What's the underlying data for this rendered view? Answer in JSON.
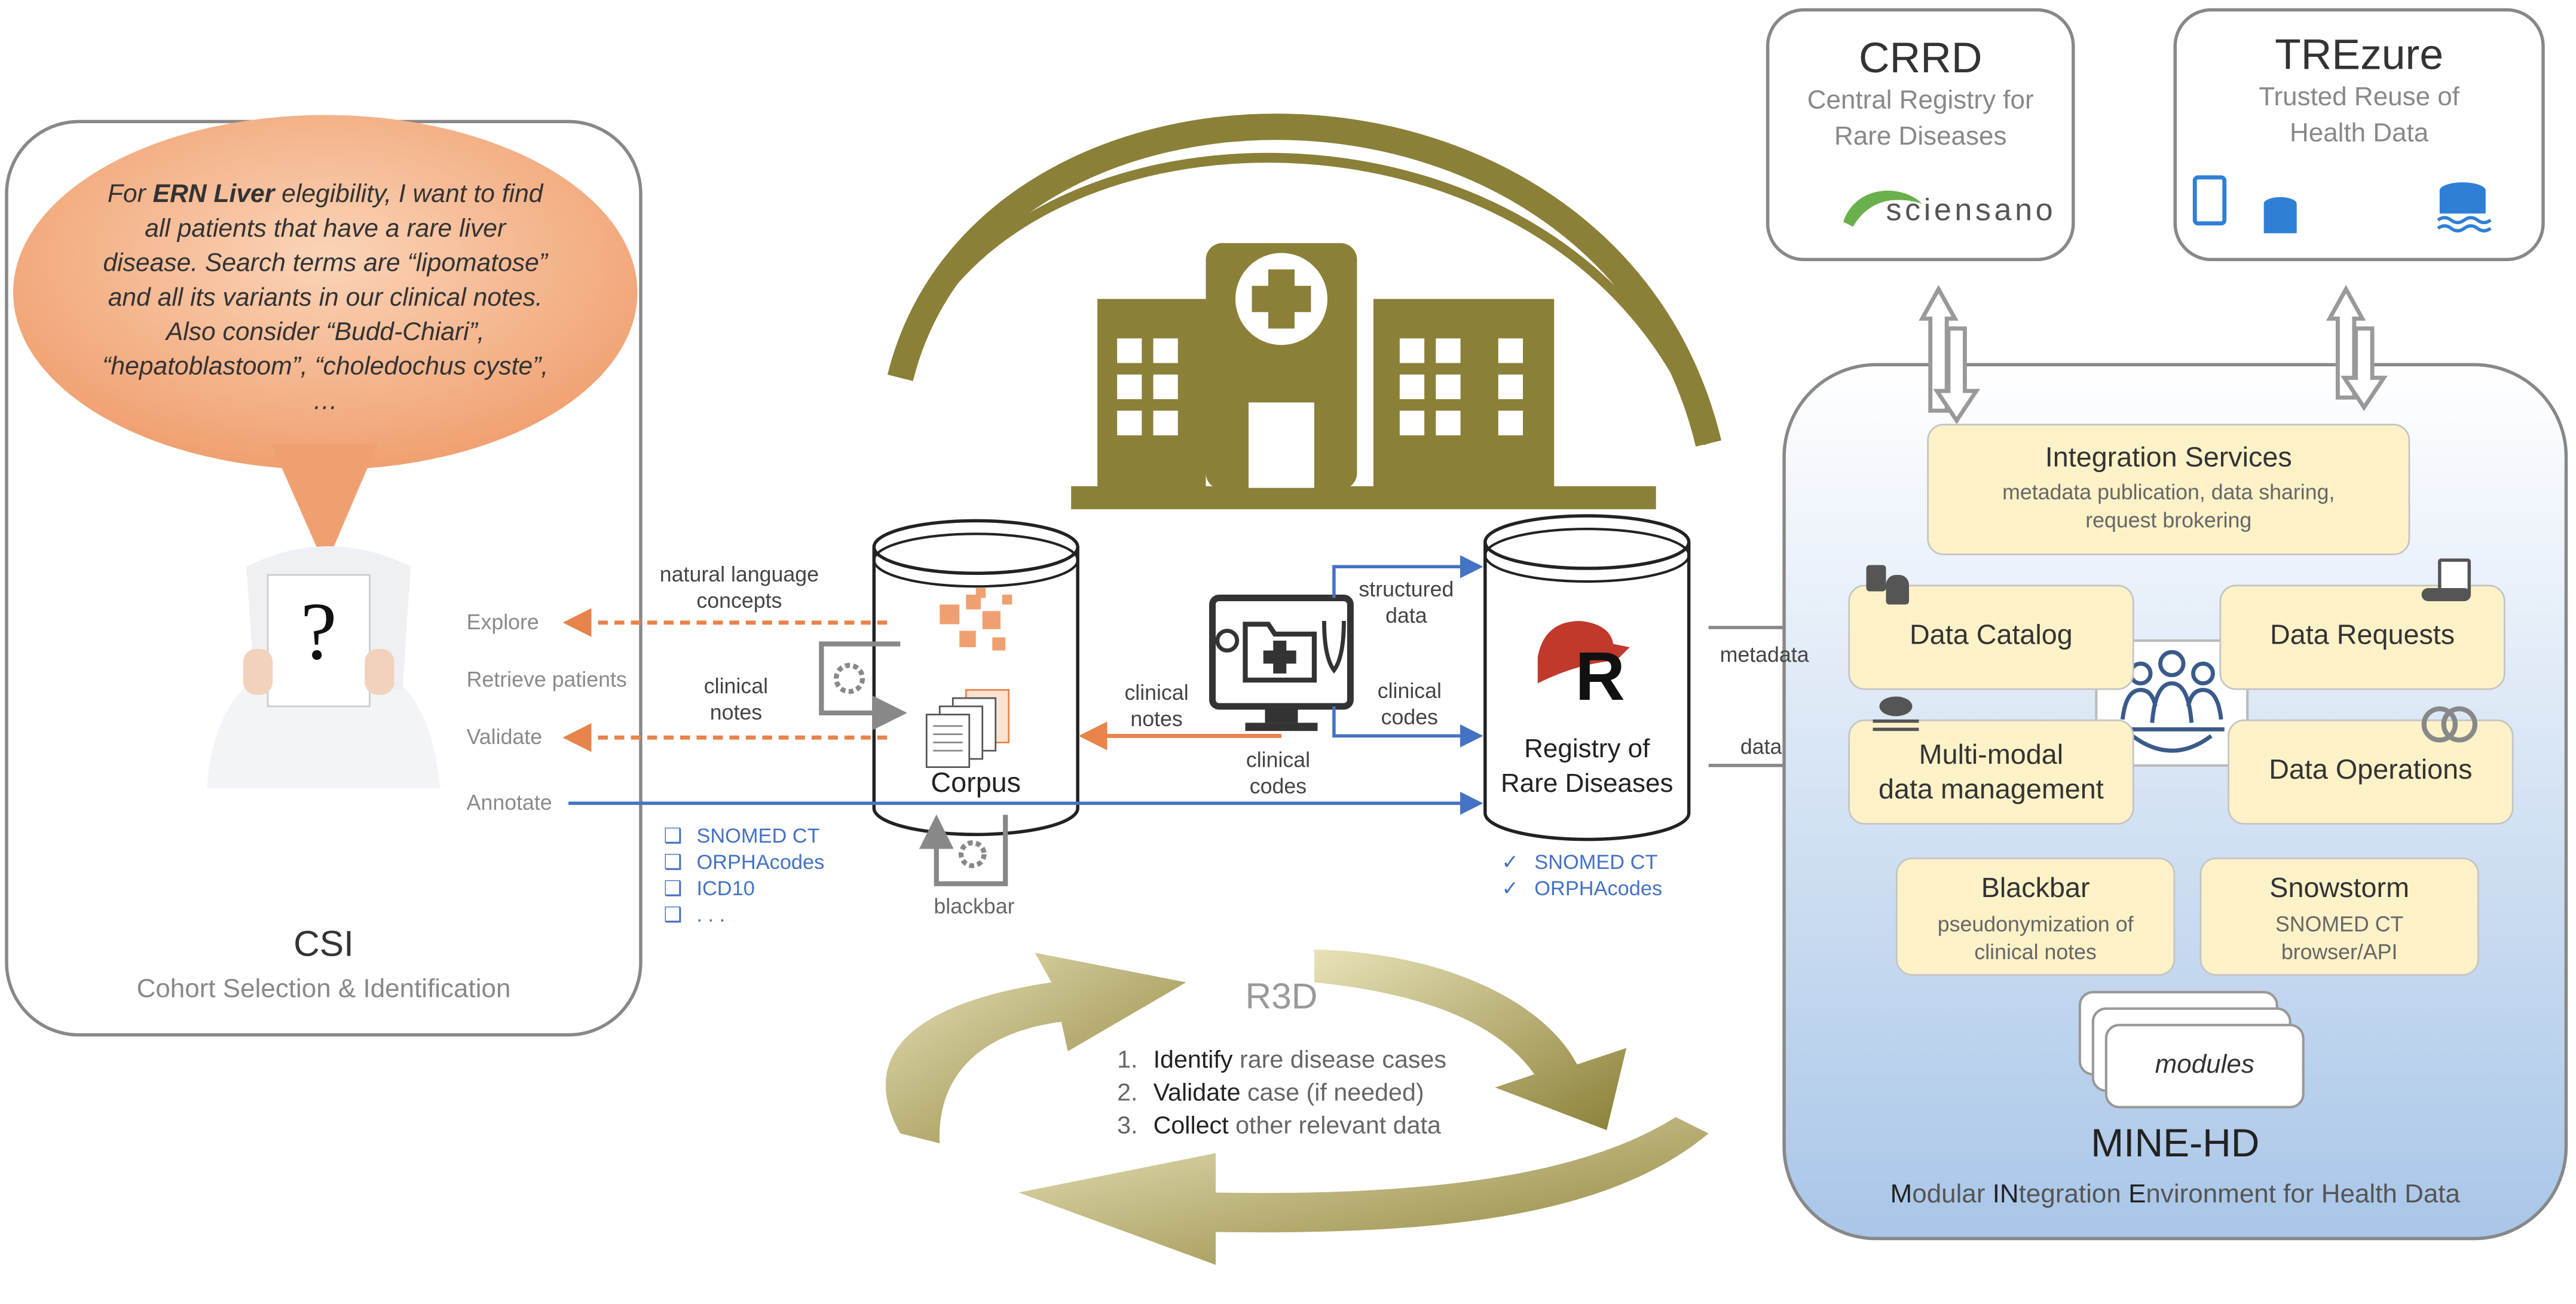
{
  "speech": {
    "text_1": "For ",
    "text_em": "ERN Liver",
    "text_2": " elegibility, I want to find all patients that have a rare liver disease. Search terms are “lipomatose” and all its variants in our clinical notes. Also consider “Budd-Chiari”, “hepatoblastoom”, “choledochus cyste”, …"
  },
  "doctor": {
    "glyph": "?"
  },
  "csi": {
    "title": "CSI",
    "subtitle": "Cohort Selection & Identification",
    "actions": [
      "Explore",
      "Retrieve patients",
      "Validate",
      "Annotate"
    ]
  },
  "flow_labels": {
    "nl_concepts_1": "natural language",
    "nl_concepts_2": "concepts",
    "clin_notes_a_1": "clinical",
    "clin_notes_a_2": "notes",
    "clin_notes_b_1": "clinical",
    "clin_notes_b_2": "notes",
    "clin_codes_a_1": "clinical",
    "clin_codes_a_2": "codes",
    "struct_data_1": "structured",
    "struct_data_2": "data",
    "clin_codes_b_1": "clinical",
    "clin_codes_b_2": "codes",
    "metadata": "metadata",
    "data": "data",
    "blackbar": "blackbar"
  },
  "corpus": {
    "label": "Corpus"
  },
  "registry": {
    "label_1": "Registry of",
    "label_2": "Rare Diseases",
    "logo_letter": "R"
  },
  "corpus_codes": {
    "marker": "❑",
    "items": [
      "SNOMED CT",
      "ORPHAcodes",
      "ICD10",
      ". . ."
    ]
  },
  "registry_codes": {
    "marker": "✓",
    "items": [
      "SNOMED CT",
      "ORPHAcodes"
    ]
  },
  "r3d": {
    "title": "R3D",
    "steps": [
      {
        "num": "1.",
        "bold": "Identify",
        "rest": " rare disease cases"
      },
      {
        "num": "2.",
        "bold": "Validate",
        "rest": " case (if needed)"
      },
      {
        "num": "3.",
        "bold": "Collect",
        "rest": " other relevant data"
      }
    ]
  },
  "crrd": {
    "title": "CRRD",
    "subtitle_1": "Central Registry for",
    "subtitle_2": "Rare Diseases",
    "logo_text": "sciensano"
  },
  "trezure": {
    "title": "TREzure",
    "subtitle_1": "Trusted Reuse of",
    "subtitle_2": "Health Data"
  },
  "mine": {
    "title": "MINE-HD",
    "sub_parts": [
      "M",
      "odular ",
      "IN",
      "tegration ",
      "E",
      "nvironment for Health Data"
    ],
    "integration": {
      "title": "Integration Services",
      "sub_1": "metadata publication, data sharing,",
      "sub_2": "request brokering"
    },
    "catalog": "Data Catalog",
    "requests": "Data Requests",
    "multimodal_1": "Multi-modal",
    "multimodal_2": "data management",
    "operations": "Data Operations",
    "blackbar": {
      "title": "Blackbar",
      "sub_1": "pseudonymization of",
      "sub_2": "clinical notes"
    },
    "snowstorm": {
      "title": "Snowstorm",
      "sub_1": "SNOMED CT",
      "sub_2": "browser/API"
    },
    "modules": "modules"
  },
  "colors": {
    "olive": "#8b8038",
    "orange": "#e8834a",
    "blue": "#4472c4",
    "cream": "#fdf1c8"
  }
}
